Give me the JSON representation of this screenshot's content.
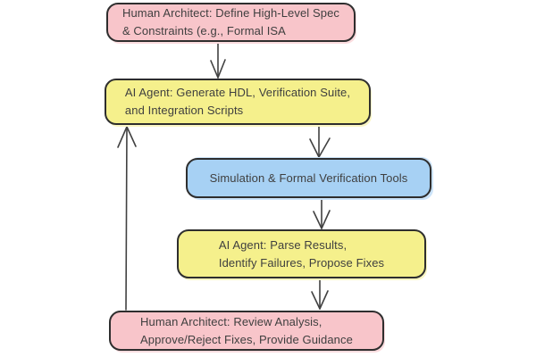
{
  "diagram": {
    "type": "flowchart",
    "background": "#ffffff",
    "colors": {
      "human_node_fill": "#f8c5ca",
      "ai_node_fill": "#f5f08c",
      "tool_node_fill": "#a7d1f4",
      "node_border": "#2e2e2e",
      "arrow": "#414141",
      "text": "#3f3f3f"
    },
    "nodes": [
      {
        "id": "define-spec",
        "role": "human",
        "fill": "#f8c5ca",
        "lines": [
          "Human Architect: Define High-Level Spec",
          "& Constraints (e.g., Formal ISA"
        ]
      },
      {
        "id": "generate-hdl",
        "role": "ai",
        "fill": "#f5f08c",
        "lines": [
          "AI Agent: Generate HDL, Verification Suite,",
          "and Integration Scripts"
        ]
      },
      {
        "id": "simulation-tools",
        "role": "tool",
        "fill": "#a7d1f4",
        "lines": [
          "Simulation & Formal Verification Tools"
        ]
      },
      {
        "id": "parse-results",
        "role": "ai",
        "fill": "#f5f08c",
        "lines": [
          "AI Agent: Parse Results,",
          "Identify Failures, Propose Fixes"
        ]
      },
      {
        "id": "review-analysis",
        "role": "human",
        "fill": "#f8c5ca",
        "lines": [
          "Human Architect: Review Analysis,",
          "Approve/Reject Fixes, Provide Guidance"
        ]
      }
    ],
    "edges": [
      {
        "from": "define-spec",
        "to": "generate-hdl",
        "direction": "down"
      },
      {
        "from": "generate-hdl",
        "to": "simulation-tools",
        "direction": "down"
      },
      {
        "from": "simulation-tools",
        "to": "parse-results",
        "direction": "down"
      },
      {
        "from": "parse-results",
        "to": "review-analysis",
        "direction": "down"
      },
      {
        "from": "review-analysis",
        "to": "generate-hdl",
        "direction": "up"
      }
    ]
  }
}
